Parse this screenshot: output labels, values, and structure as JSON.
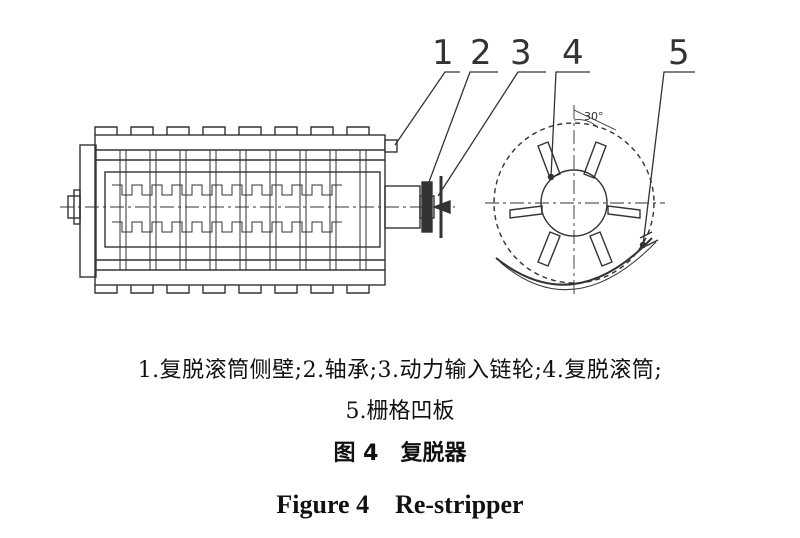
{
  "callouts": [
    "1",
    "2",
    "3",
    "4",
    "5"
  ],
  "angle_label": "30°",
  "legend": {
    "line1": "1.复脱滚筒侧壁;2.轴承;3.动力输入链轮;4.复脱滚筒;",
    "line2": "5.栅格凹板"
  },
  "caption": {
    "cn": "图 4　复脱器",
    "en": "Figure 4　Re-stripper"
  }
}
